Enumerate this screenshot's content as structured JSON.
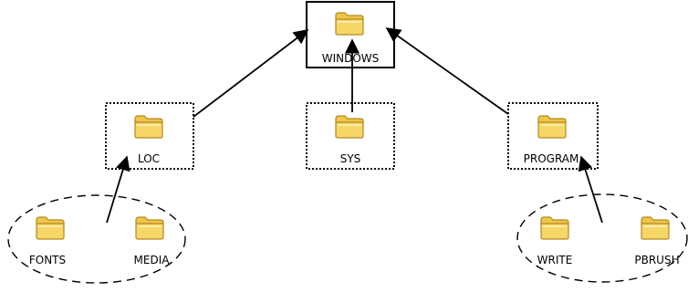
{
  "colors": {
    "background": "#ffffff",
    "stroke": "#000000",
    "folder_body": "#f6d667",
    "folder_tab": "#efc54a",
    "folder_outline": "#b48a1e"
  },
  "icon": "folder-icon",
  "nodes": {
    "windows": {
      "label": "WINDOWS",
      "frame": "solid"
    },
    "loc": {
      "label": "LOC",
      "frame": "dotted"
    },
    "sys": {
      "label": "SYS",
      "frame": "dotted"
    },
    "program": {
      "label": "PROGRAM",
      "frame": "dotted"
    },
    "fonts": {
      "label": "FONTS",
      "frame": "none"
    },
    "media": {
      "label": "MEDIA",
      "frame": "none"
    },
    "write": {
      "label": "WRITE",
      "frame": "none"
    },
    "pbrush": {
      "label": "PBRUSH",
      "frame": "none"
    }
  },
  "groups": {
    "loc_children": {
      "members": [
        "fonts",
        "media"
      ],
      "shape": "dashed-ellipse"
    },
    "program_children": {
      "members": [
        "write",
        "pbrush"
      ],
      "shape": "dashed-ellipse"
    }
  },
  "arrows": [
    {
      "from": "loc",
      "to": "windows"
    },
    {
      "from": "sys",
      "to": "windows"
    },
    {
      "from": "program",
      "to": "windows"
    },
    {
      "from": "loc_children",
      "to": "loc"
    },
    {
      "from": "program_children",
      "to": "program"
    }
  ]
}
